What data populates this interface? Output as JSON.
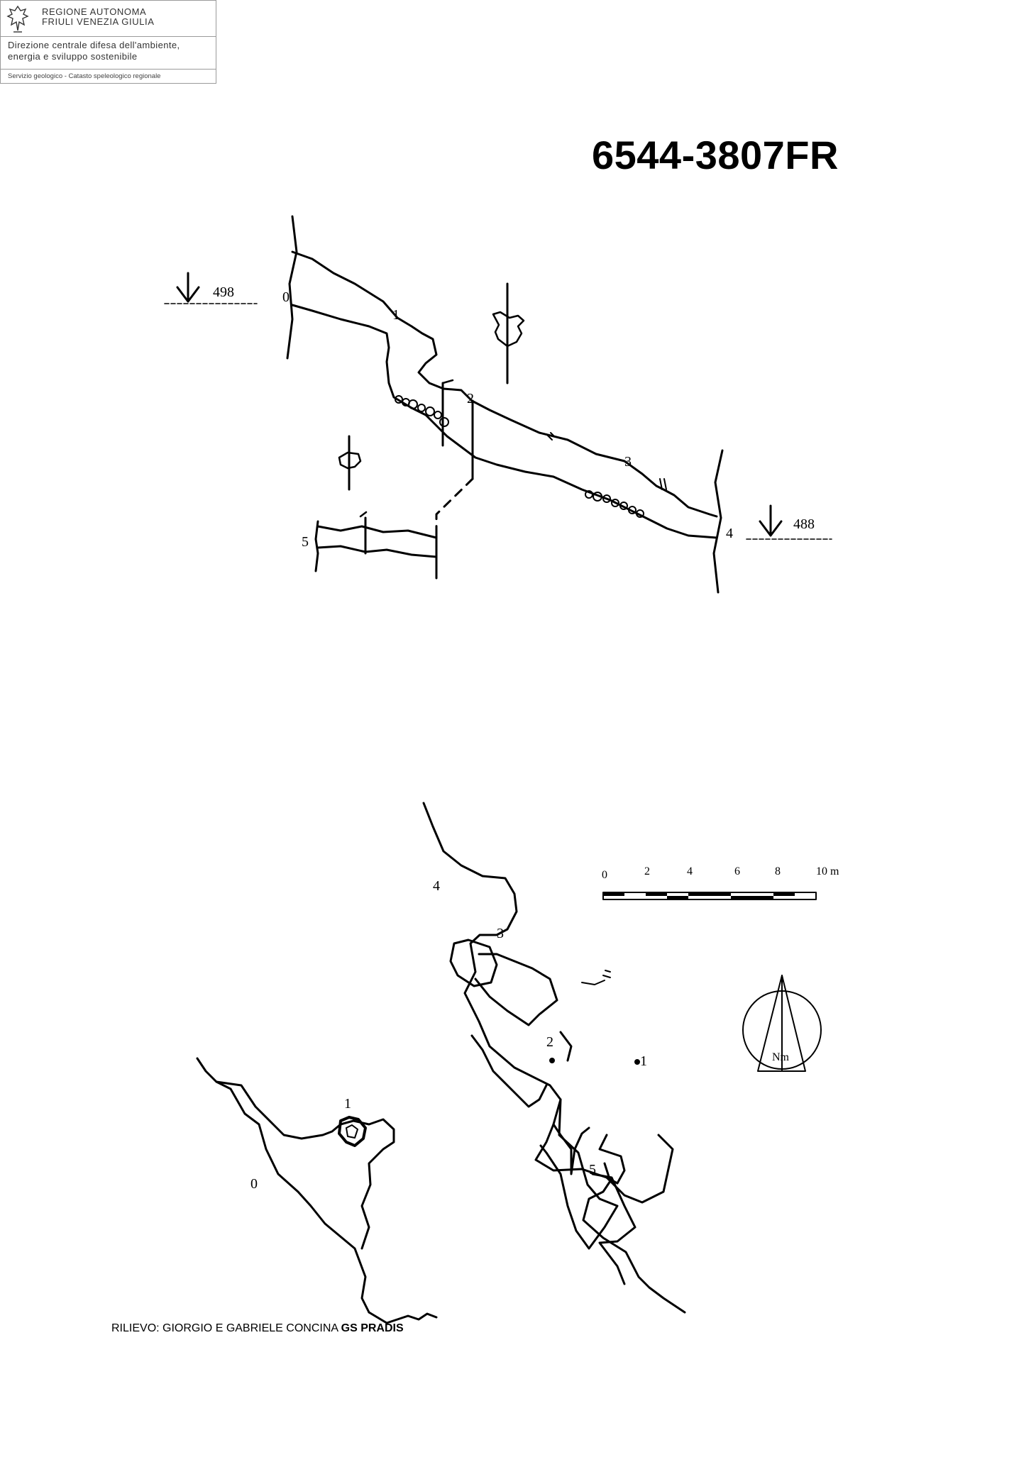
{
  "header": {
    "region_line1": "REGIONE AUTONOMA",
    "region_line2": "FRIULI VENEZIA GIULIA",
    "dept_line1": "Direzione centrale difesa dell'ambiente,",
    "dept_line2": "energia e sviluppo sostenibile",
    "service": "Servizio geologico - Catasto speleologico regionale",
    "logo_icon": "eagle-emblem-icon"
  },
  "title": "6544-3807FR",
  "section": {
    "elev_left": "498",
    "elev_right": "488",
    "stations": [
      "0",
      "1",
      "2",
      "3",
      "4",
      "5"
    ]
  },
  "plan": {
    "stations": [
      "0",
      "1",
      "2",
      "3",
      "4",
      "5",
      "1"
    ]
  },
  "scale_bar": {
    "ticks": [
      "0",
      "2",
      "4",
      "6",
      "8",
      "10 m"
    ]
  },
  "north_arrow": {
    "label": "Nm",
    "icon": "north-arrow-icon"
  },
  "credits": {
    "prefix": "RILIEVO: GIORGIO E GABRIELE CONCINA",
    "group": "GS PRADIS"
  }
}
